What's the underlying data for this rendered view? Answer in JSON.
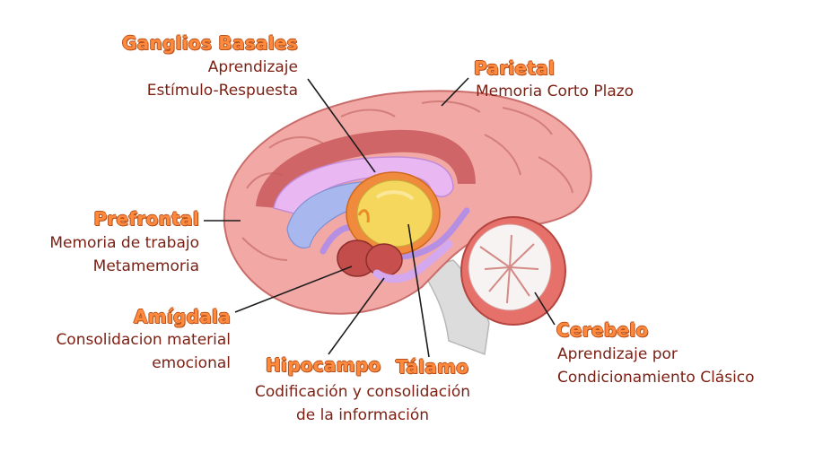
{
  "labels": {
    "ganglios": {
      "title": "Ganglios Basales",
      "line1": "Aprendizaje",
      "line2": "Estímulo-Respuesta"
    },
    "parietal": {
      "title": "Parietal",
      "line1": "Memoria Corto Plazo"
    },
    "prefrontal": {
      "title": "Prefrontal",
      "line1": "Memoria de trabajo",
      "line2": "Metamemoria"
    },
    "amigdala": {
      "title": "Amígdala",
      "line1": "Consolidacion material",
      "line2": "emocional"
    },
    "hipocampo": {
      "title": "Hipocampo",
      "line1": "Codificación y consolidación",
      "line2": "de la información"
    },
    "talamo": {
      "title": "Tálamo"
    },
    "cerebelo": {
      "title": "Cerebelo",
      "line1": "Aprendizaje por",
      "line2": "Condicionamiento Clásico"
    }
  },
  "colors": {
    "title_fill": "#ff8a3d",
    "description_text": "#7b1f13",
    "cortex": "#f2a3a0",
    "corpus_callosum": "#e7b3f2",
    "ventricle": "#a9b8ee",
    "thalamus": "#f4d35e",
    "cerebellum": "#e36c64",
    "brainstem": "#d9d9d9"
  }
}
